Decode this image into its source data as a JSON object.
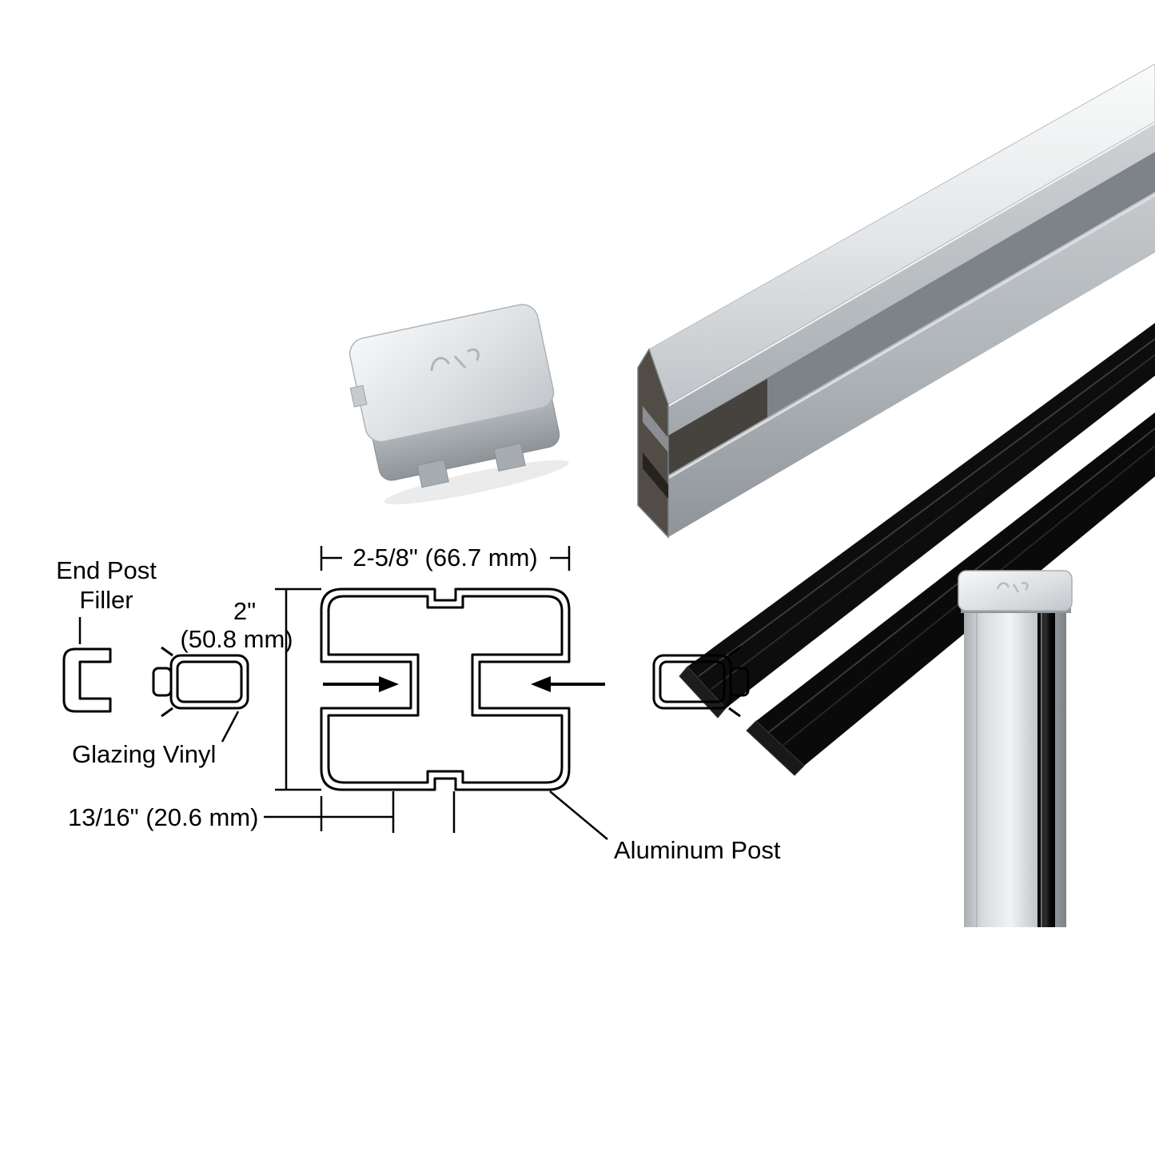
{
  "canvas": {
    "background": "#ffffff"
  },
  "labels": {
    "end_post_filler": {
      "line1": "End Post",
      "line2": "Filler"
    },
    "glazing_vinyl": "Glazing Vinyl",
    "aluminum_post": "Aluminum Post"
  },
  "dimensions": {
    "width_top": "2-5/8\" (66.7 mm)",
    "height": {
      "line1": "2\"",
      "line2": "(50.8 mm)"
    },
    "pocket_depth": "13/16\" (20.6 mm)"
  },
  "colors": {
    "line_art": "#000000",
    "aluminum_light": "#f2f4f5",
    "aluminum_mid": "#c3c7cb",
    "aluminum_dark": "#8f959a",
    "vinyl_black": "#0d0d0d"
  }
}
